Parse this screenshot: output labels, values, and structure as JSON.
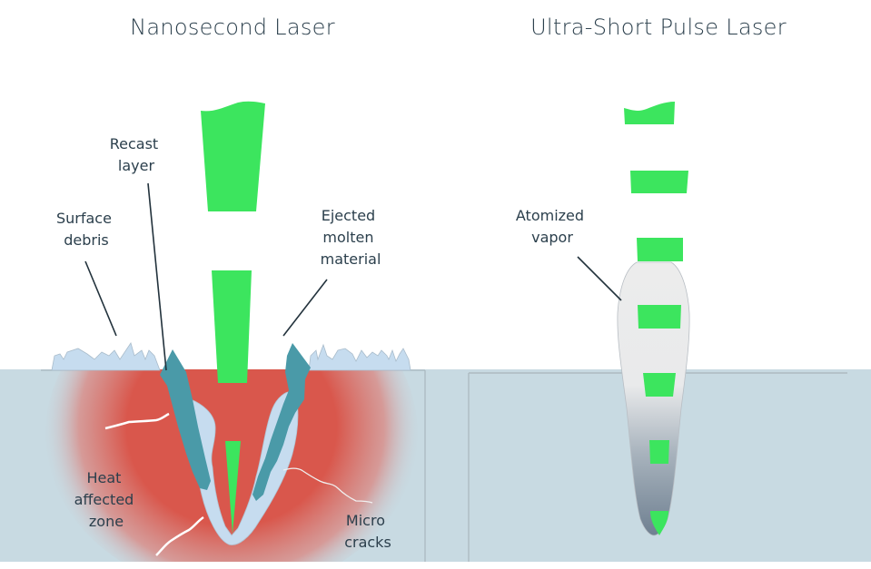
{
  "panels": [
    {
      "title": "Nanosecond Laser",
      "labels": {
        "recast": [
          "Recast",
          "layer"
        ],
        "debris": [
          "Surface",
          "debris"
        ],
        "ejected": [
          "Ejected",
          "molten",
          "material"
        ],
        "haz": [
          "Heat",
          "affected",
          "zone"
        ],
        "cracks": [
          "Micro",
          "cracks"
        ]
      }
    },
    {
      "title": "Ultra-Short Pulse Laser",
      "labels": {
        "vapor": [
          "Atomized",
          "vapor"
        ]
      }
    }
  ],
  "colors": {
    "beam": "#3ce55e",
    "material": "#c8dae2",
    "heat": "#d9574c",
    "recast": "#4a9aa8",
    "debris": "#c6dcef",
    "vapor_top": "#ececec",
    "vapor_bottom": "#6f8091",
    "text": "#2b3f4c"
  }
}
